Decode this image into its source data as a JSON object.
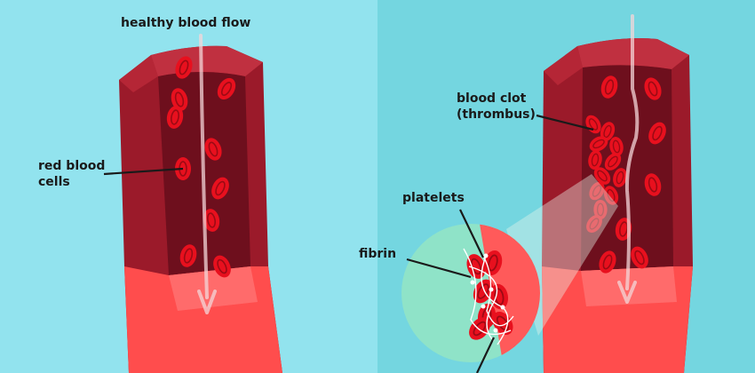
{
  "labels": {
    "healthy_flow": "healthy blood flow",
    "red_blood_cells": "red blood\ncells",
    "blood_clot": "blood clot\n(thrombus)",
    "platelets": "platelets",
    "fibrin": "fibrin"
  },
  "colors": {
    "left_background": "#92e3ee",
    "right_background": "#74d6e0",
    "vessel_wall": "#9b1a2a",
    "vessel_inner": "#6e0f1d",
    "vessel_cut": "#ff4d4d",
    "red_blood_cell": "#e8101e",
    "flow_arrow": "#f4d6d8",
    "zoom_circle": "#8fe3c8"
  }
}
